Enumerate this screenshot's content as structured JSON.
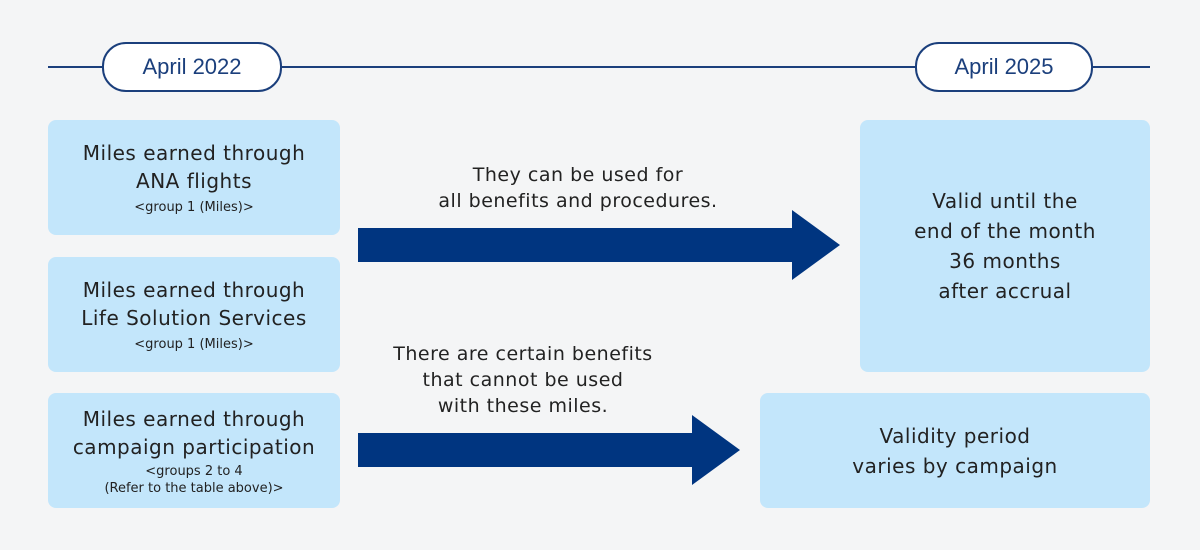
{
  "timeline": {
    "start_label": "April 2022",
    "end_label": "April 2025"
  },
  "sources": [
    {
      "title_lines": [
        "Miles earned through",
        "ANA flights"
      ],
      "sub_lines": [
        "<group 1 (Miles)>"
      ]
    },
    {
      "title_lines": [
        "Miles earned through",
        "Life Solution Services"
      ],
      "sub_lines": [
        "<group 1 (Miles)>"
      ]
    },
    {
      "title_lines": [
        "Miles earned through",
        "campaign participation"
      ],
      "sub_lines": [
        "<groups 2 to 4",
        "(Refer to the table above)>"
      ]
    }
  ],
  "arrows": [
    {
      "note_lines": [
        "They can be used for",
        "all benefits and procedures."
      ]
    },
    {
      "note_lines": [
        "There are certain benefits",
        "that cannot be used",
        "with these miles."
      ]
    }
  ],
  "results": [
    {
      "lines": [
        "Valid until the",
        "end of the month",
        "36 months",
        "after accrual"
      ]
    },
    {
      "lines": [
        "Validity period",
        "varies by campaign"
      ]
    }
  ],
  "colors": {
    "navy": "#003580",
    "box": "#c3e6fb",
    "background": "#f4f5f6"
  }
}
